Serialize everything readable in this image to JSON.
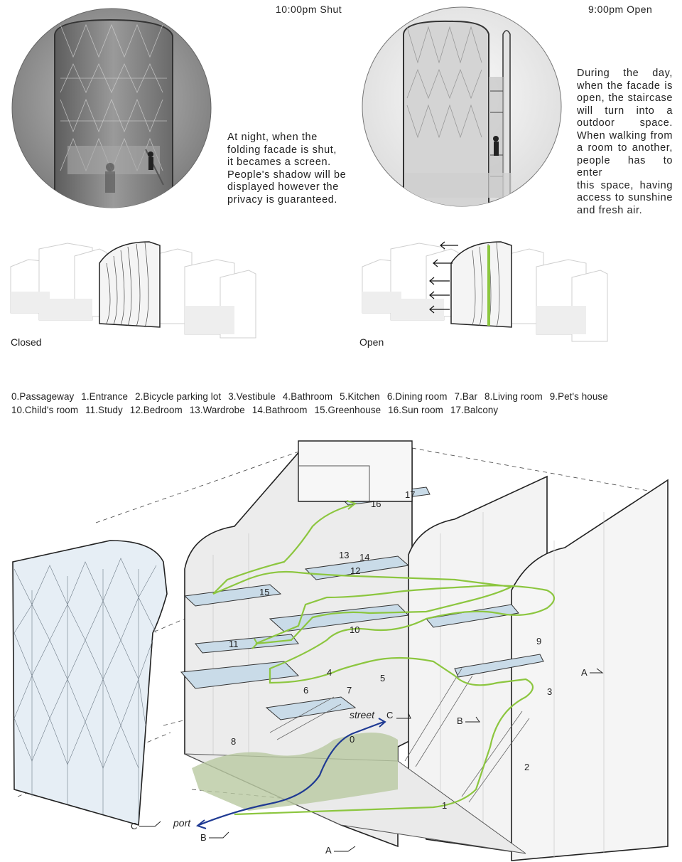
{
  "panels": {
    "night": {
      "title": "10:00pm Shut",
      "description": [
        "At night, when the",
        "folding facade is shut,",
        "it becames a screen.",
        "People's shadow will be",
        "displayed however the",
        "privacy is guaranteed."
      ],
      "state_label": "Closed"
    },
    "day": {
      "title": "9:00pm Open",
      "description": [
        "During the day,",
        "when the facade is",
        "open, the staircase",
        "will turn into a",
        "outdoor space.",
        "When walking from",
        "a room to another,",
        "people has to enter",
        "this space, having",
        "access to sunshine",
        "and fresh air."
      ],
      "state_label": "Open"
    }
  },
  "legend": [
    "0.Passageway",
    "1.Entrance",
    "2.Bicycle parking lot",
    "3.Vestibule",
    "4.Bathroom",
    "5.Kitchen",
    "6.Dining room",
    "7.Bar",
    "8.Living room",
    "9.Pet's house",
    "10.Child's room",
    "11.Study",
    "12.Bedroom",
    "13.Wardrobe",
    "14.Bathroom",
    "15.Greenhouse",
    "16.Sun room",
    "17.Balcony"
  ],
  "diagram": {
    "room_numbers": [
      "0",
      "1",
      "2",
      "3",
      "4",
      "5",
      "6",
      "7",
      "8",
      "9",
      "10",
      "11",
      "12",
      "13",
      "14",
      "15",
      "16",
      "17"
    ],
    "street_label": "street",
    "port_label": "port",
    "section_markers": [
      "A",
      "A",
      "B",
      "B",
      "C",
      "C"
    ]
  },
  "colors": {
    "circulation_path": "#8cc63f",
    "street_path": "#1f3a93",
    "floor_slab": "#c9dbe8",
    "ground_green": "#b9c9a1"
  }
}
